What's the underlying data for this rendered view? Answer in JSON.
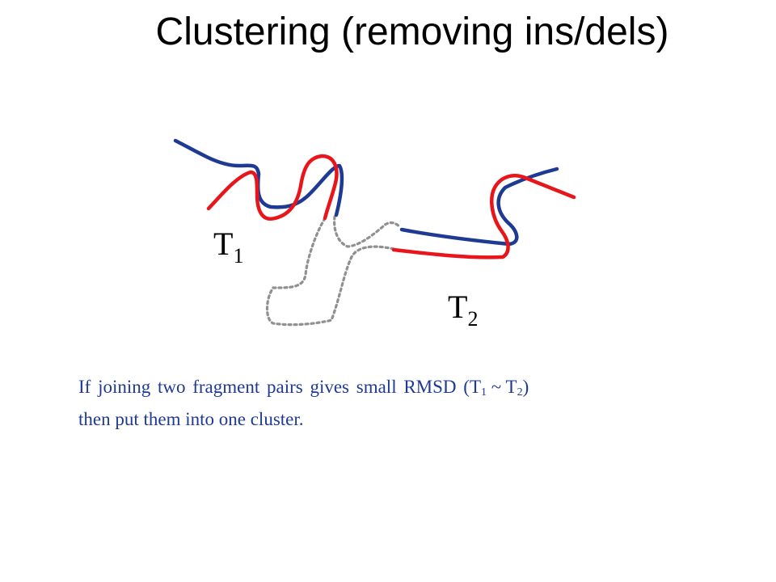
{
  "slide": {
    "title": "Clustering (removing ins/dels)"
  },
  "labels": {
    "t1_main": "T",
    "t1_sub": "1",
    "t2_main": "T",
    "t2_sub": "2"
  },
  "caption": {
    "line1_pre": "If joining two fragment pairs gives small RMSD (T",
    "line1_sub1": "1",
    "line1_mid": " ~ T",
    "line1_sub2": "2",
    "line1_post": ")",
    "line2": "then put them into one cluster."
  },
  "colors": {
    "blue_strand": "#1f3a93",
    "red_strand": "#e8161b",
    "dotted_connector": "#909090",
    "caption_text": "#1f3a93"
  }
}
